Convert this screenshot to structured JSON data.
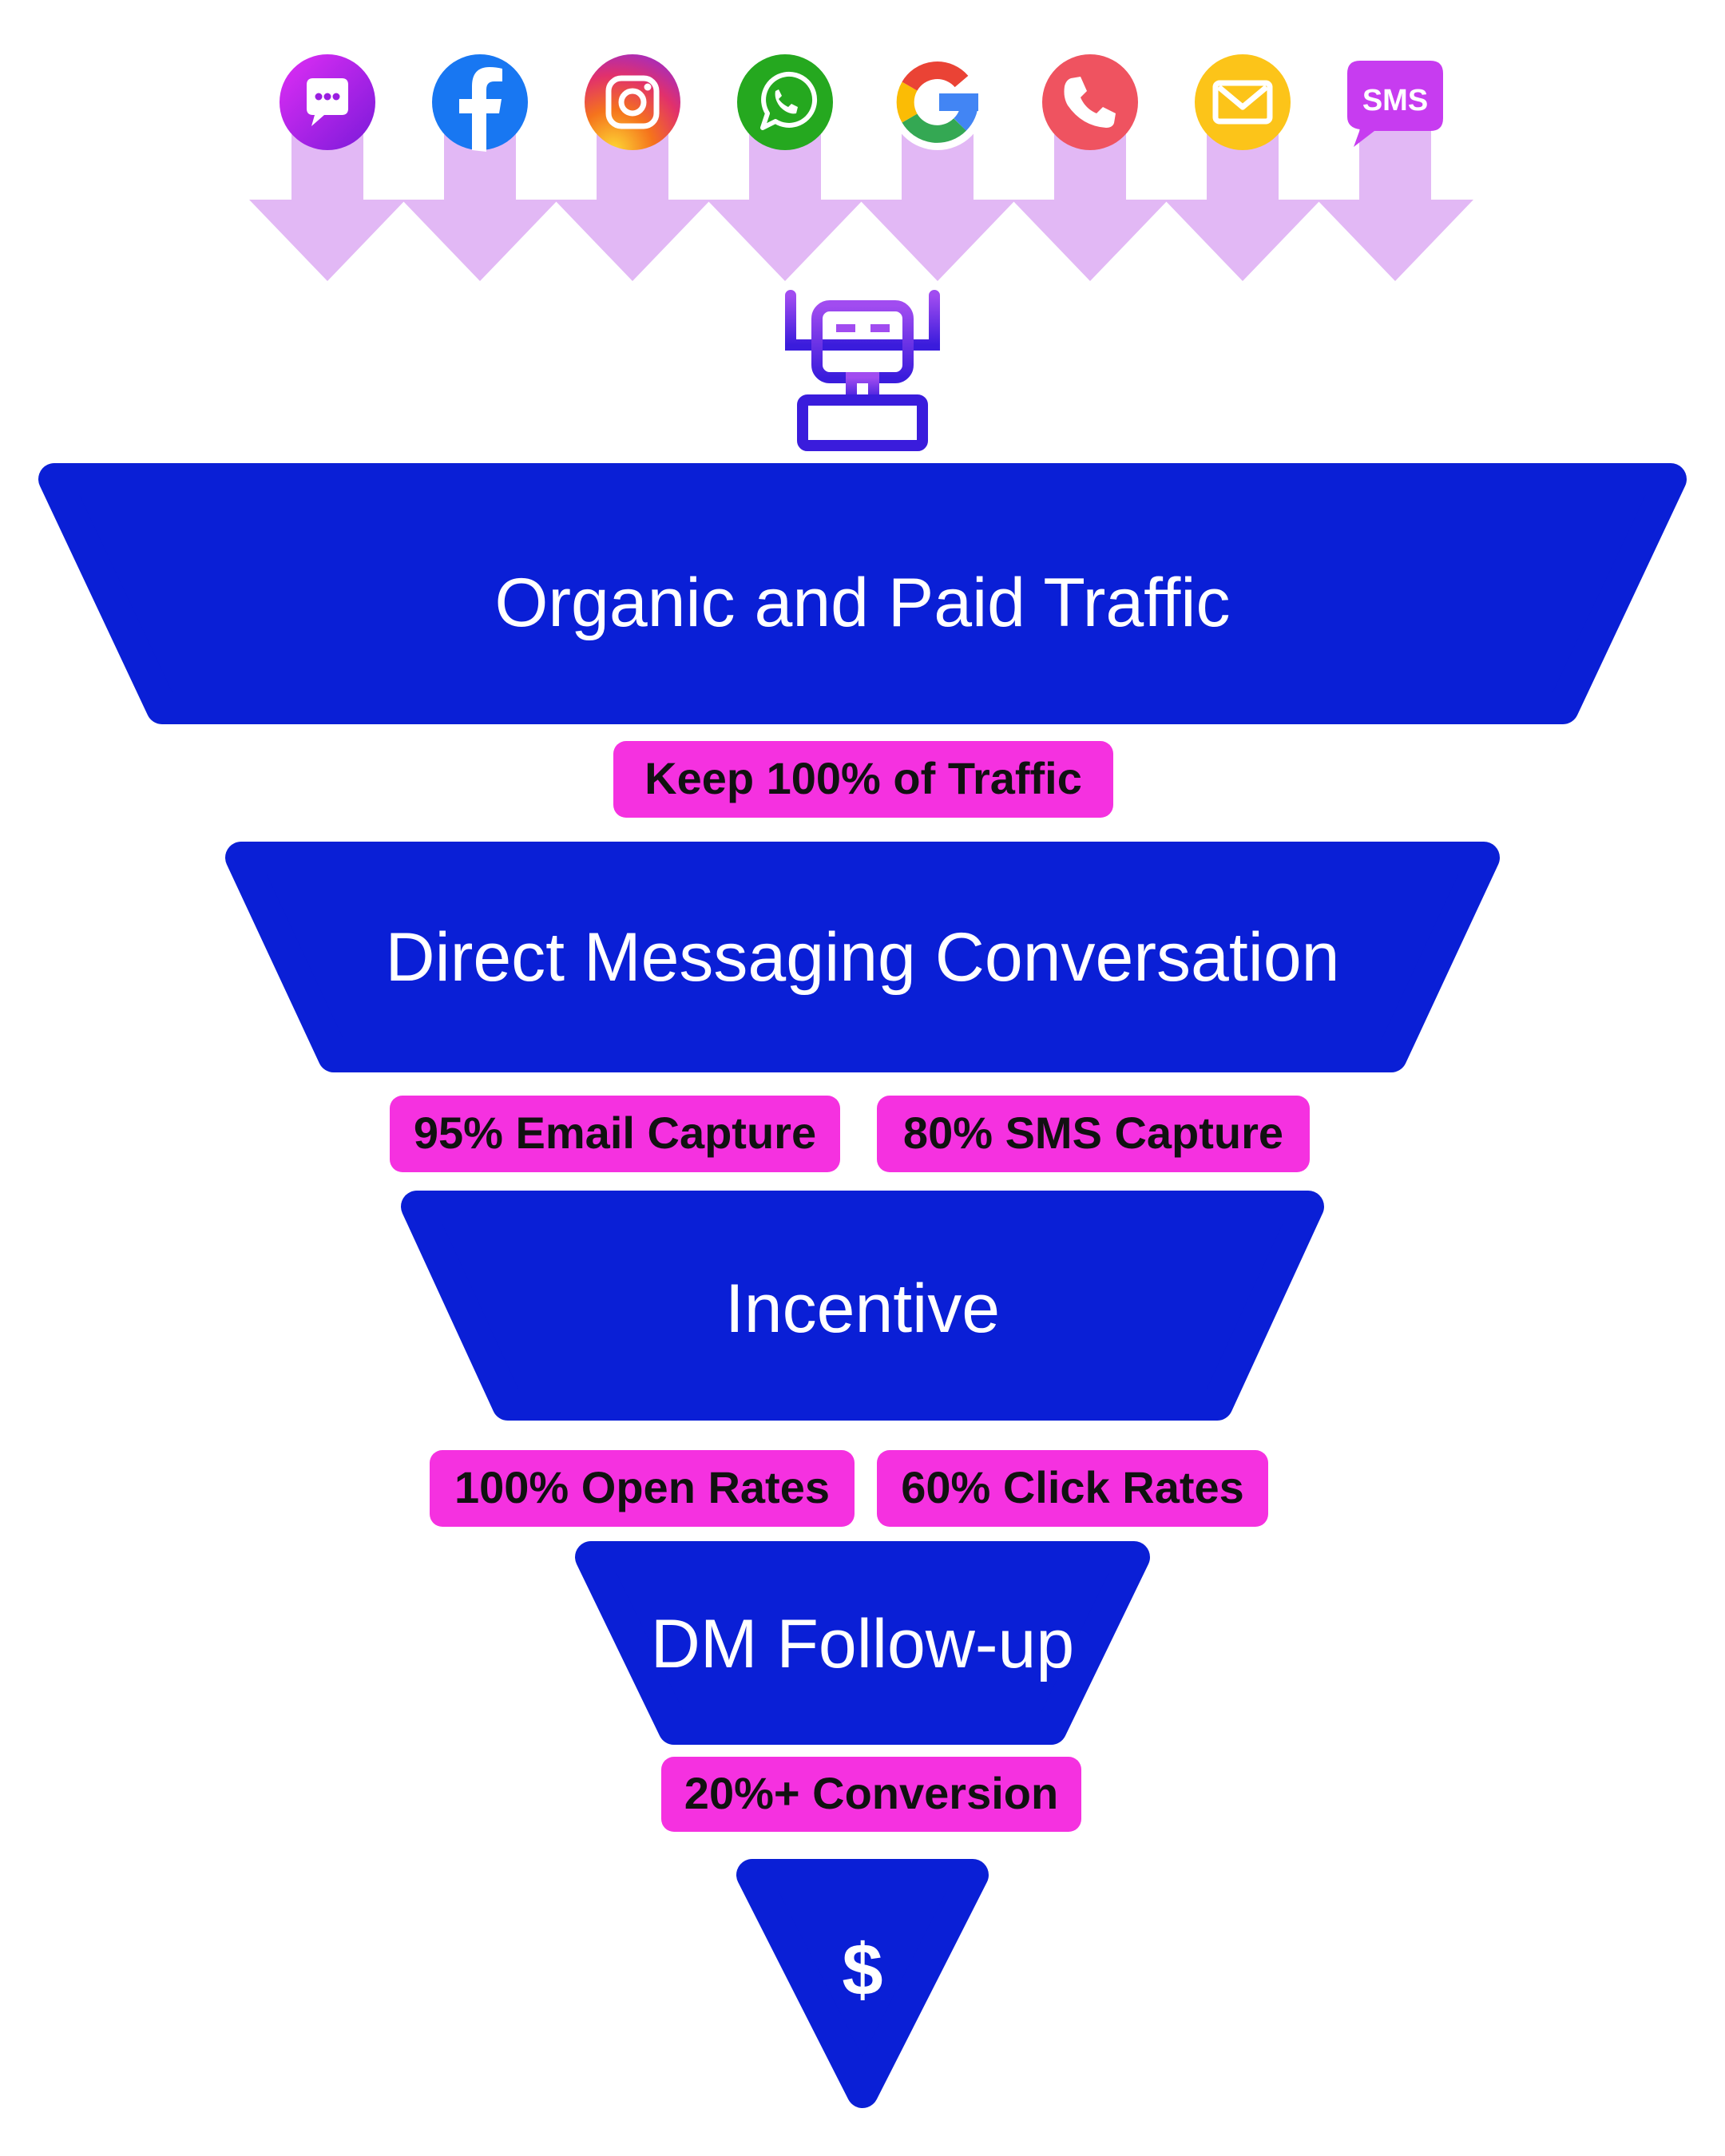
{
  "channels": [
    {
      "icon": "messenger-icon",
      "color": "#b21ee6"
    },
    {
      "icon": "facebook-icon",
      "color": "#1877f2"
    },
    {
      "icon": "instagram-icon",
      "color": "#e1306c"
    },
    {
      "icon": "whatsapp-icon",
      "color": "#25a81f"
    },
    {
      "icon": "google-icon",
      "color": "#ffffff"
    },
    {
      "icon": "phone-icon",
      "color": "#ef5360"
    },
    {
      "icon": "email-icon",
      "color": "#fcc419"
    },
    {
      "icon": "sms-icon",
      "color": "#c73cf0",
      "label": "SMS"
    }
  ],
  "robot": {
    "icon": "robot-icon"
  },
  "stages": [
    {
      "label": "Organic and Paid Traffic"
    },
    {
      "label": "Direct Messaging Conversation"
    },
    {
      "label": "Incentive"
    },
    {
      "label": "DM Follow-up"
    },
    {
      "label": "$"
    }
  ],
  "metrics": [
    {
      "label": "Keep 100% of Traffic"
    },
    {
      "label": "95% Email Capture"
    },
    {
      "label": "80% SMS Capture"
    },
    {
      "label": "100% Open Rates"
    },
    {
      "label": "60% Click Rates"
    },
    {
      "label": "20%+ Conversion"
    }
  ],
  "colors": {
    "funnel": "#0a1fd6",
    "badge": "#f531e0",
    "arrow": "#e2b8f5",
    "robot_top": "#a14cf0",
    "robot_bottom": "#4a1fe0"
  }
}
